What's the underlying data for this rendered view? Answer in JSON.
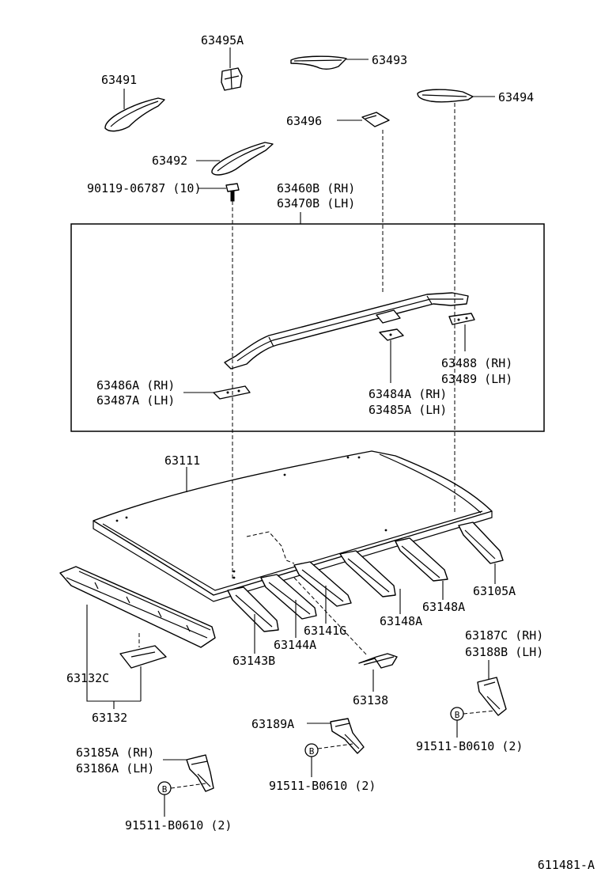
{
  "diagram": {
    "figure_code": "611481-A",
    "callouts": {
      "p63495A": "63495A",
      "p63493": "63493",
      "p63491": "63491",
      "p63494": "63494",
      "p63496": "63496",
      "p63492": "63492",
      "p90119": "90119-06787 (10)",
      "p63460B": "63460B (RH)",
      "p63470B": "63470B (LH)",
      "p63488": "63488 (RH)",
      "p63489": "63489 (LH)",
      "p63486A": "63486A (RH)",
      "p63487A": "63487A (LH)",
      "p63484A": "63484A (RH)",
      "p63485A": "63485A (LH)",
      "p63111": "63111",
      "p63105A": "63105A",
      "p63148A_1": "63148A",
      "p63148A_2": "63148A",
      "p63141G": "63141G",
      "p63144A": "63144A",
      "p63143B": "63143B",
      "p63187C": "63187C (RH)",
      "p63188B": "63188B (LH)",
      "p63132C": "63132C",
      "p63132": "63132",
      "p63138": "63138",
      "p63189A": "63189A",
      "p91511_right": "91511-B0610 (2)",
      "p91511_mid": "91511-B0610 (2)",
      "p63185A": "63185A (RH)",
      "p63186A": "63186A (LH)",
      "p91511_left": "91511-B0610 (2)",
      "bolt_marker_1": "B",
      "bolt_marker_2": "B",
      "bolt_marker_3": "B"
    }
  }
}
